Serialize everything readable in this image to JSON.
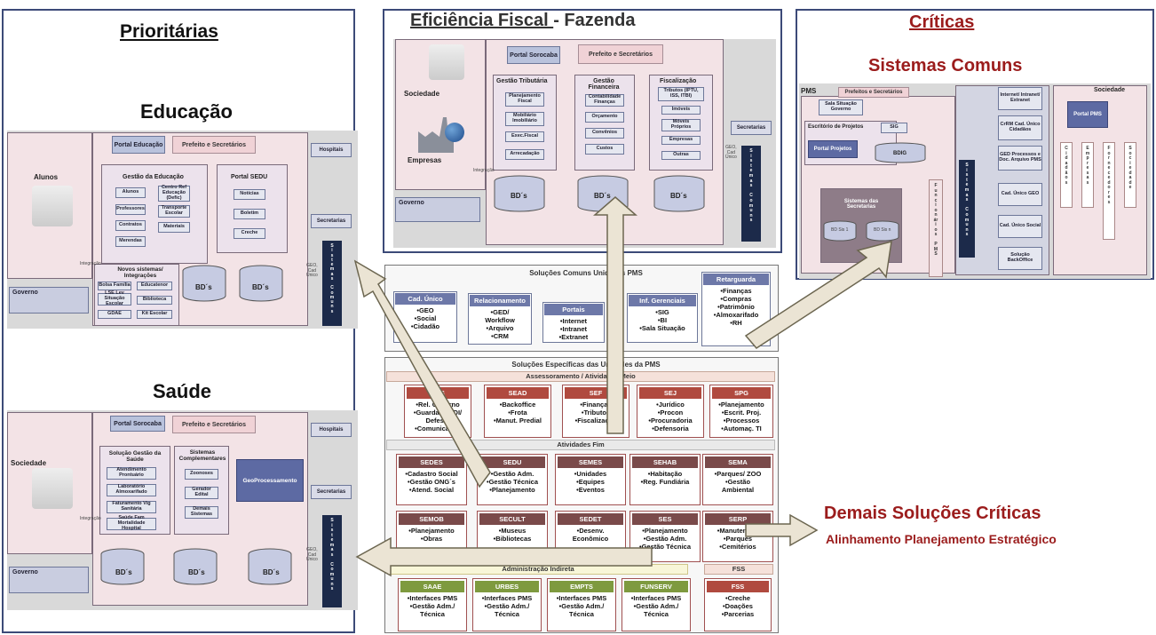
{
  "panels": {
    "prioritarias": "Prioritárias",
    "eficiencia_part1": "Eficiência Fiscal ",
    "eficiencia_part2": "- Fazenda",
    "criticas": "Críticas",
    "sistemas_comuns": "Sistemas Comuns"
  },
  "educacao": {
    "title": "Educação",
    "actor": "Alunos",
    "portal": "Portal Educação",
    "pref": "Prefeito e Secretários",
    "hospitais": "Hospitais",
    "secretarias": "Secretarias",
    "gestao": "Gestão da Educação",
    "items_left": [
      "Alunos",
      "Professores",
      "Contratos",
      "Merendas"
    ],
    "items_right": [
      "Centro Ref Educação (Defic)",
      "Transporte Escolar",
      "Materiais"
    ],
    "portal_sedu": "Portal SEDU",
    "sedu_items": [
      "Notícias",
      "Boletim",
      "Creche"
    ],
    "novos": "Novos sistemas/ Integrações",
    "novos_items": [
      "Bolsa Família",
      "Educatenor",
      "LSE Lev Situação Escolar",
      "Biblioteca",
      "GDAE",
      "Kit Escolar"
    ],
    "integ": "Integração",
    "bd": "BD´s",
    "governo": "Governo",
    "geo": "GEO,\nCad\nÚnico",
    "stack": "S\ni\ns\nt\ne\nm\na\ns\n \nC\no\nm\nu\nn\ns"
  },
  "saude": {
    "title": "Saúde",
    "actor": "Sociedade",
    "portal": "Portal Sorocaba",
    "pref": "Prefeito e Secretários",
    "hospitais": "Hospitais",
    "secretarias": "Secretarias",
    "gestao": "Solução Gestão da Saúde",
    "items": [
      "Atendimento Prontuário",
      "Laboratório Almoxarifado",
      "Faturamento Vig Sanitária",
      "Saúde Fam Mortalidade Hospital"
    ],
    "complementares": "Sistemas Complementares",
    "comp_items": [
      "Zoonoses",
      "Gerador Edital",
      "Demais Sistemas"
    ],
    "geo": "GeoProcessamento",
    "integ": "Integração",
    "bd": "BD´s",
    "governo": "Governo",
    "geo_small": "GEO,\nCad\nÚnico"
  },
  "fazenda": {
    "actor1": "Sociedade",
    "actor2": "Empresas",
    "portal": "Portal Sorocaba",
    "pref": "Prefeito e Secretários",
    "tributaria": "Gestão Tributária",
    "trib_items": [
      "Planejamento Fiscal",
      "Mobiliário Imobiliário",
      "Exec.Fiscal",
      "Arrecadação"
    ],
    "financeira": "Gestão Financeira",
    "fin_items": [
      "Contabilidade Finanças",
      "Orçamento",
      "Convênios",
      "Custos"
    ],
    "fiscalizacao": "Fiscalização",
    "fisc_items": [
      "Tributos (IPTU, ISS, ITBI)",
      "Imóveis",
      "Móveis Próprios",
      "Empresas",
      "Outras"
    ],
    "secretarias": "Secretarias",
    "bd": "BD´s",
    "governo": "Governo",
    "integ": "Integração",
    "geo": "GEO,\nCad\nÚnico"
  },
  "criticas_diag": {
    "pms": "PMS",
    "pref": "Prefeitos e Secretários",
    "sala": "Sala Situação Governo",
    "escritorio": "Escritório de Projetos",
    "portal_proj": "Portal Projetos",
    "sig": "SIG",
    "bdig": "BDIG",
    "internet": "Internet/ Intranet/ Extranet",
    "crm": "CrRM Cad. Único Cidadãos",
    "ged": "GED Processos e Doc. Arquivo PMS",
    "cad_geo": "Cad. Único GEO",
    "cad_social": "Cad. Único Social",
    "solucao": "Solução BackOffice",
    "sist_sec": "Sistemas das Secretarias",
    "bd1": "BD Sis 1",
    "bdn": "BD Sis n",
    "func": "F\nu\nn\nc\ni\no\nn\nár\ni\no\ns\n \nP\nM\nS",
    "sociedade": "Sociedade",
    "portal_pms": "Portal PMS",
    "soc_cols": [
      "C\ni\nd\na\nd\nã\no\ns",
      "E\nm\np\nr\ne\ns\na\ns",
      "F\no\nr\nn\ne\nc\ne\nd\no\nr\ne\ns",
      "S\no\nc\ni\ne\nd\na\nd\ne"
    ]
  },
  "comuns": {
    "title": "Soluções Comuns Unidades PMS",
    "groups": [
      {
        "title": "Cad. Único",
        "items": "•GEO\n•Social\n•Cidadão"
      },
      {
        "title": "Relacionamento",
        "items": "•GED/\nWorkflow\n•Arquivo\n•CRM"
      },
      {
        "title": "Portais",
        "items": "•Internet\n•Intranet\n•Extranet"
      },
      {
        "title": "Inf. Gerenciais",
        "items": "•SIG\n•BI\n•Sala Situação"
      },
      {
        "title": "Retarguarda",
        "items": "•Finanças\n•Compras\n•Patrimônio\n•Almoxarifado\n•RH"
      }
    ]
  },
  "especificas": {
    "title": "Soluções Específicas das Unidades da PMS",
    "assess": "Assessoramento / Atividades Meio",
    "fim": "Atividades Fim",
    "indireta": "Administração Indireta",
    "fss_band": "FSS",
    "meio": [
      {
        "t": "SGS",
        "i": "•Rel. Governo\n•Guarda (GCDI/\nDefesa)\n•Comunicação"
      },
      {
        "t": "SEAD",
        "i": "•Backoffice\n•Frota\n•Manut. Predial"
      },
      {
        "t": "SEF",
        "i": "•Finanças\n•Tributos\n•Fiscalização"
      },
      {
        "t": "SEJ",
        "i": "•Jurídico\n•Procon\n•Procuradoria\n•Defensoria"
      },
      {
        "t": "SPG",
        "i": "•Planejamento\n•Escrit. Proj.\n•Processos\n•Automaç. TI"
      }
    ],
    "fim_row1": [
      {
        "t": "SEDES",
        "i": "•Cadastro Social\n•Gestão ONG´s\n•Atend. Social"
      },
      {
        "t": "SEDU",
        "i": "•Gestão Adm.\n•Gestão Técnica\n•Planejamento"
      },
      {
        "t": "SEMES",
        "i": "•Unidades\n•Equipes\n•Eventos"
      },
      {
        "t": "SEHAB",
        "i": "•Habitação\n•Reg. Fundiária"
      },
      {
        "t": "SEMA",
        "i": "•Parques/ ZOO\n•Gestão\nAmbiental"
      }
    ],
    "fim_row2": [
      {
        "t": "SEMOB",
        "i": "•Planejamento\n•Obras"
      },
      {
        "t": "SECULT",
        "i": "•Museus\n•Bibliotecas"
      },
      {
        "t": "SEDET",
        "i": "•Desenv.\nEconômico"
      },
      {
        "t": "SES",
        "i": "•Planejamento\n•Gestão Adm.\n•Gestão Técnica"
      },
      {
        "t": "SERP",
        "i": "•Manutenção\n•Parques\n•Cemitérios"
      }
    ],
    "indireta_items": [
      {
        "t": "SAAE",
        "i": "•Interfaces PMS\n•Gestão Adm./\nTécnica"
      },
      {
        "t": "URBES",
        "i": "•Interfaces PMS\n•Gestão Adm./\nTécnica"
      },
      {
        "t": "EMPTS",
        "i": "•Interfaces PMS\n•Gestão Adm./\nTécnica"
      },
      {
        "t": "FUNSERV",
        "i": "•Interfaces PMS\n•Gestão Adm./\nTécnica"
      }
    ],
    "fss": {
      "t": "FSS",
      "i": "•Creche\n•Doações\n•Parcerias"
    }
  },
  "demais": {
    "title": "Demais Soluções Críticas",
    "subtitle": "Alinhamento Planejamento Estratégico"
  },
  "colors": {
    "panel_border": "#3c4a78",
    "meio_header": "#b04a3f",
    "fim_header": "#7a4a4a",
    "indireta_header": "#7e9a3f",
    "demais_text": "#9b1c1c"
  }
}
